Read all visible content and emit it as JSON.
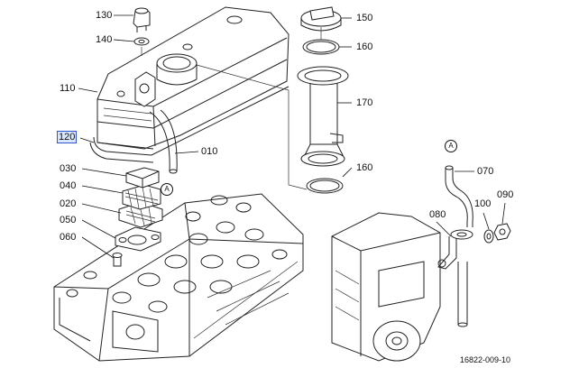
{
  "diagram": {
    "labels": {
      "p130": "130",
      "p140": "140",
      "p110": "110",
      "p120": "120",
      "p010": "010",
      "p030": "030",
      "p040": "040",
      "p020": "020",
      "p050": "050",
      "p060": "060",
      "p150": "150",
      "p160a": "160",
      "p170": "170",
      "p160b": "160",
      "p070": "070",
      "p080": "080",
      "p100": "100",
      "p090": "090"
    },
    "ref_marker": "A",
    "drawing_number": "16822-009-10",
    "highlighted_part": "120"
  }
}
